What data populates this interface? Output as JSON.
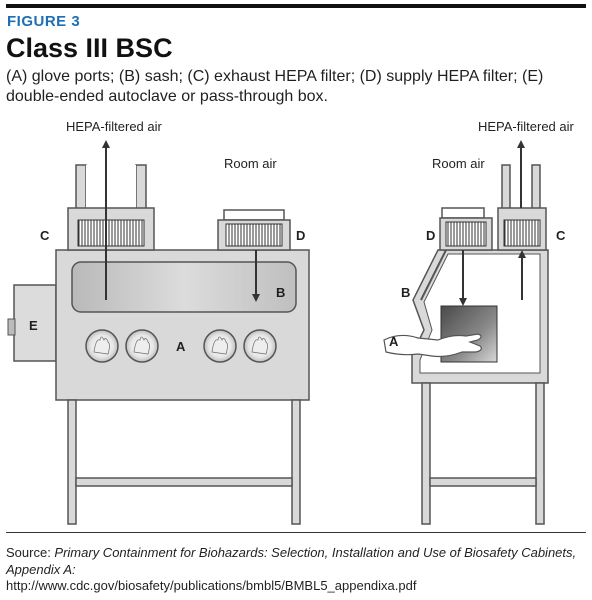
{
  "figure": {
    "label": "FIGURE 3",
    "title": "Class III BSC",
    "caption": "(A) glove ports; (B) sash; (C) exhaust HEPA filter; (D) supply HEPA filter; (E) double-ended autoclave or pass-through box."
  },
  "diagram": {
    "front": {
      "exhaust_air_label": "HEPA-filtered air",
      "room_air_label": "Room air",
      "letters": {
        "c": "C",
        "d": "D",
        "b": "B",
        "e": "E",
        "a": "A"
      }
    },
    "side": {
      "room_air_label": "Room air",
      "exhaust_air_label": "HEPA-filtered air",
      "letters": {
        "d": "D",
        "c": "C",
        "b": "B",
        "a": "A"
      }
    }
  },
  "source": {
    "prefix": "Source: ",
    "title": "Primary Containment for Biohazards: Selection, Installation and Use of Biosafety Cabinets, Appendix A:",
    "url": "http://www.cdc.gov/biosafety/publications/bmbl5/BMBL5_appendixa.pdf"
  }
}
